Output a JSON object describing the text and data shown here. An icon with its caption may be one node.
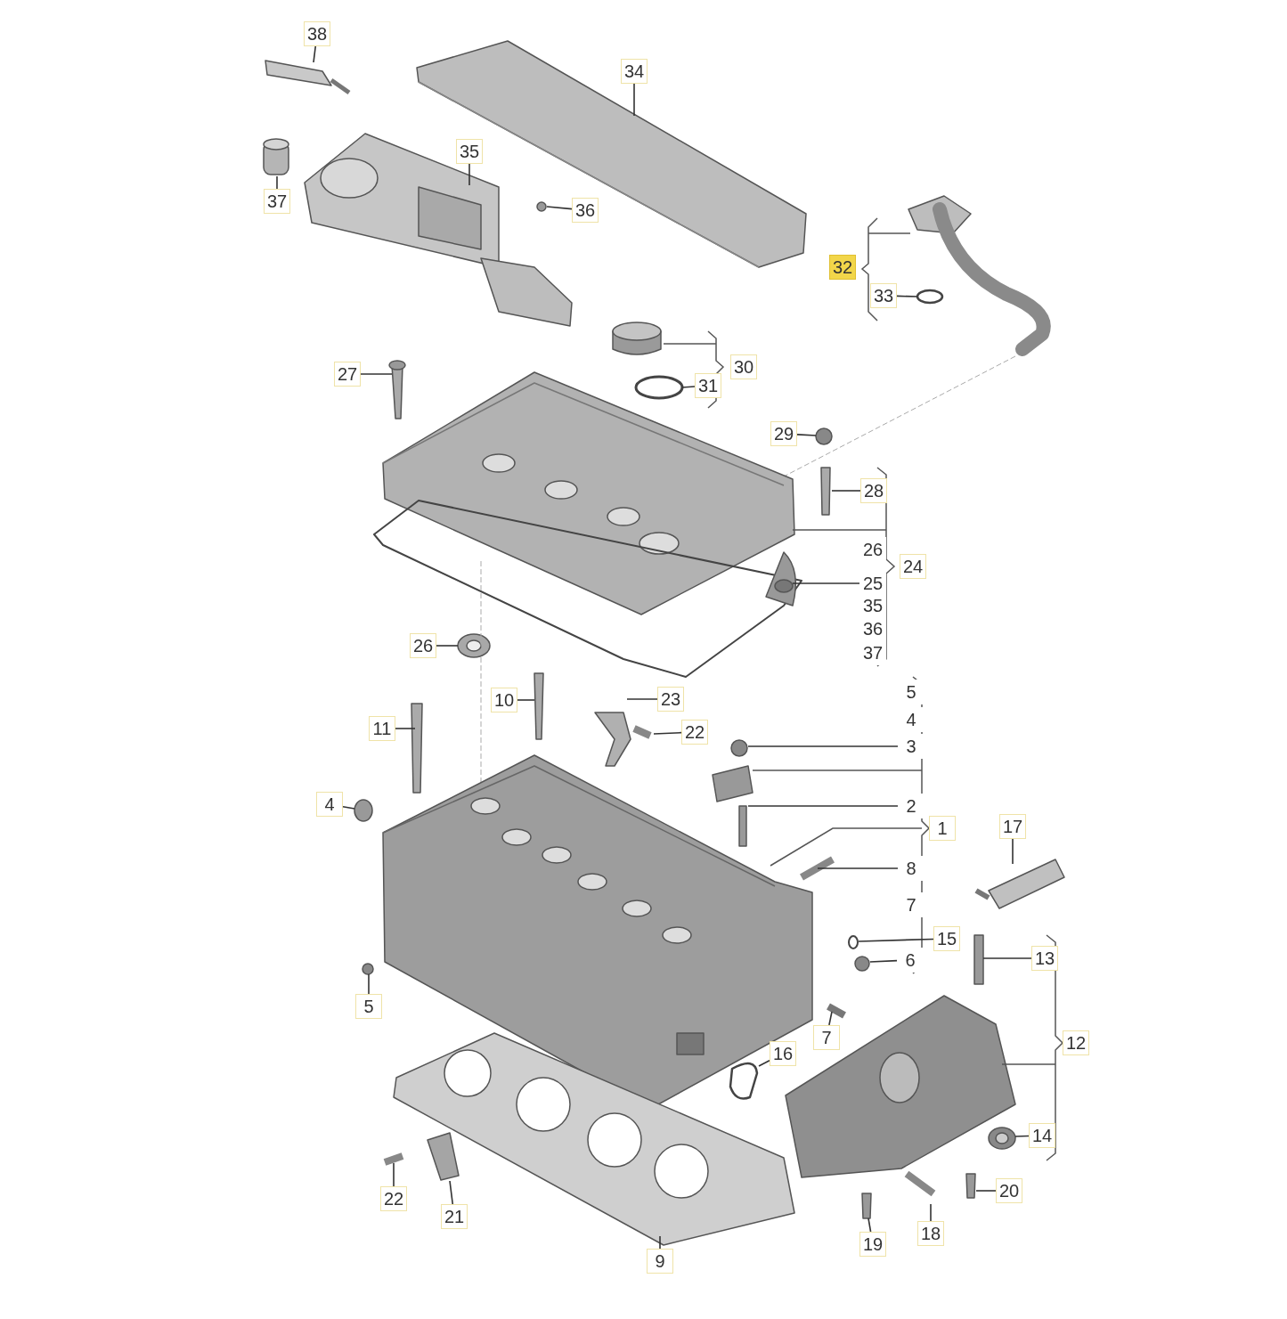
{
  "diagram": {
    "nodes": [
      {
        "text": [
          "38"
        ]
      },
      {
        "text": [
          "34"
        ]
      },
      {
        "text": [
          "35"
        ]
      },
      {
        "text": [
          "37"
        ]
      },
      {
        "text": [
          "36"
        ]
      },
      {
        "text": [
          "32"
        ]
      },
      {
        "text": [
          "33"
        ]
      },
      {
        "text": [
          "30"
        ]
      },
      {
        "text": [
          "31"
        ]
      },
      {
        "text": [
          "27"
        ]
      },
      {
        "text": [
          "29"
        ]
      },
      {
        "text": [
          "28"
        ]
      },
      {
        "text": [
          "26"
        ]
      },
      {
        "text": [
          "24"
        ]
      },
      {
        "text": [
          "25"
        ]
      },
      {
        "text": [
          "35"
        ]
      },
      {
        "text": [
          "36"
        ]
      },
      {
        "text": [
          "37"
        ]
      },
      {
        "text": [
          "26"
        ]
      },
      {
        "text": [
          "5"
        ]
      },
      {
        "text": [
          "4"
        ]
      },
      {
        "text": [
          "3"
        ]
      },
      {
        "text": [
          "2"
        ]
      },
      {
        "text": [
          "1"
        ]
      },
      {
        "text": [
          "8"
        ]
      },
      {
        "text": [
          "7"
        ]
      },
      {
        "text": [
          "15"
        ]
      },
      {
        "text": [
          "6"
        ]
      },
      {
        "text": [
          "10"
        ]
      },
      {
        "text": [
          "23"
        ]
      },
      {
        "text": [
          "11"
        ]
      },
      {
        "text": [
          "22"
        ]
      },
      {
        "text": [
          "4"
        ]
      },
      {
        "text": [
          "17"
        ]
      },
      {
        "text": [
          "13"
        ]
      },
      {
        "text": [
          "12"
        ]
      },
      {
        "text": [
          "14"
        ]
      },
      {
        "text": [
          "20"
        ]
      },
      {
        "text": [
          "5"
        ]
      },
      {
        "text": [
          "7"
        ]
      },
      {
        "text": [
          "16"
        ]
      },
      {
        "text": [
          "22"
        ]
      },
      {
        "text": [
          "21"
        ]
      },
      {
        "text": [
          "19"
        ]
      },
      {
        "text": [
          "18"
        ]
      },
      {
        "text": [
          "9"
        ]
      }
    ],
    "edges": [
      {
        "from": 0,
        "to": null,
        "arrow": "none"
      },
      {
        "from": 1,
        "to": null,
        "arrow": "none"
      },
      {
        "from": 2,
        "to": null,
        "arrow": "none"
      },
      {
        "from": 3,
        "to": null,
        "arrow": "none"
      },
      {
        "from": 4,
        "to": null,
        "arrow": "none"
      },
      {
        "from": 6,
        "to": null,
        "arrow": "none"
      },
      {
        "from": 8,
        "to": null,
        "arrow": "none"
      },
      {
        "from": 9,
        "to": null,
        "arrow": "none"
      },
      {
        "from": 10,
        "to": null,
        "arrow": "none"
      },
      {
        "from": 11,
        "to": null,
        "arrow": "none"
      },
      {
        "from": 14,
        "to": null,
        "arrow": "none"
      },
      {
        "from": 18,
        "to": null,
        "arrow": "none"
      },
      {
        "from": 21,
        "to": null,
        "arrow": "none"
      },
      {
        "from": 22,
        "to": null,
        "arrow": "none"
      },
      {
        "from": 24,
        "to": null,
        "arrow": "none"
      },
      {
        "from": 26,
        "to": null,
        "arrow": "none"
      },
      {
        "from": 27,
        "to": null,
        "arrow": "none"
      },
      {
        "from": 28,
        "to": null,
        "arrow": "none"
      },
      {
        "from": 29,
        "to": null,
        "arrow": "none"
      },
      {
        "from": 30,
        "to": null,
        "arrow": "none"
      },
      {
        "from": 31,
        "to": null,
        "arrow": "none"
      },
      {
        "from": 32,
        "to": null,
        "arrow": "none"
      },
      {
        "from": 33,
        "to": null,
        "arrow": "none"
      },
      {
        "from": 34,
        "to": null,
        "arrow": "none"
      },
      {
        "from": 36,
        "to": null,
        "arrow": "none"
      },
      {
        "from": 37,
        "to": null,
        "arrow": "none"
      },
      {
        "from": 38,
        "to": null,
        "arrow": "none"
      },
      {
        "from": 39,
        "to": null,
        "arrow": "none"
      },
      {
        "from": 40,
        "to": null,
        "arrow": "none"
      },
      {
        "from": 41,
        "to": null,
        "arrow": "none"
      },
      {
        "from": 42,
        "to": null,
        "arrow": "none"
      },
      {
        "from": 43,
        "to": null,
        "arrow": "none"
      },
      {
        "from": 44,
        "to": null,
        "arrow": "none"
      },
      {
        "from": 45,
        "to": null,
        "arrow": "none"
      }
    ]
  }
}
